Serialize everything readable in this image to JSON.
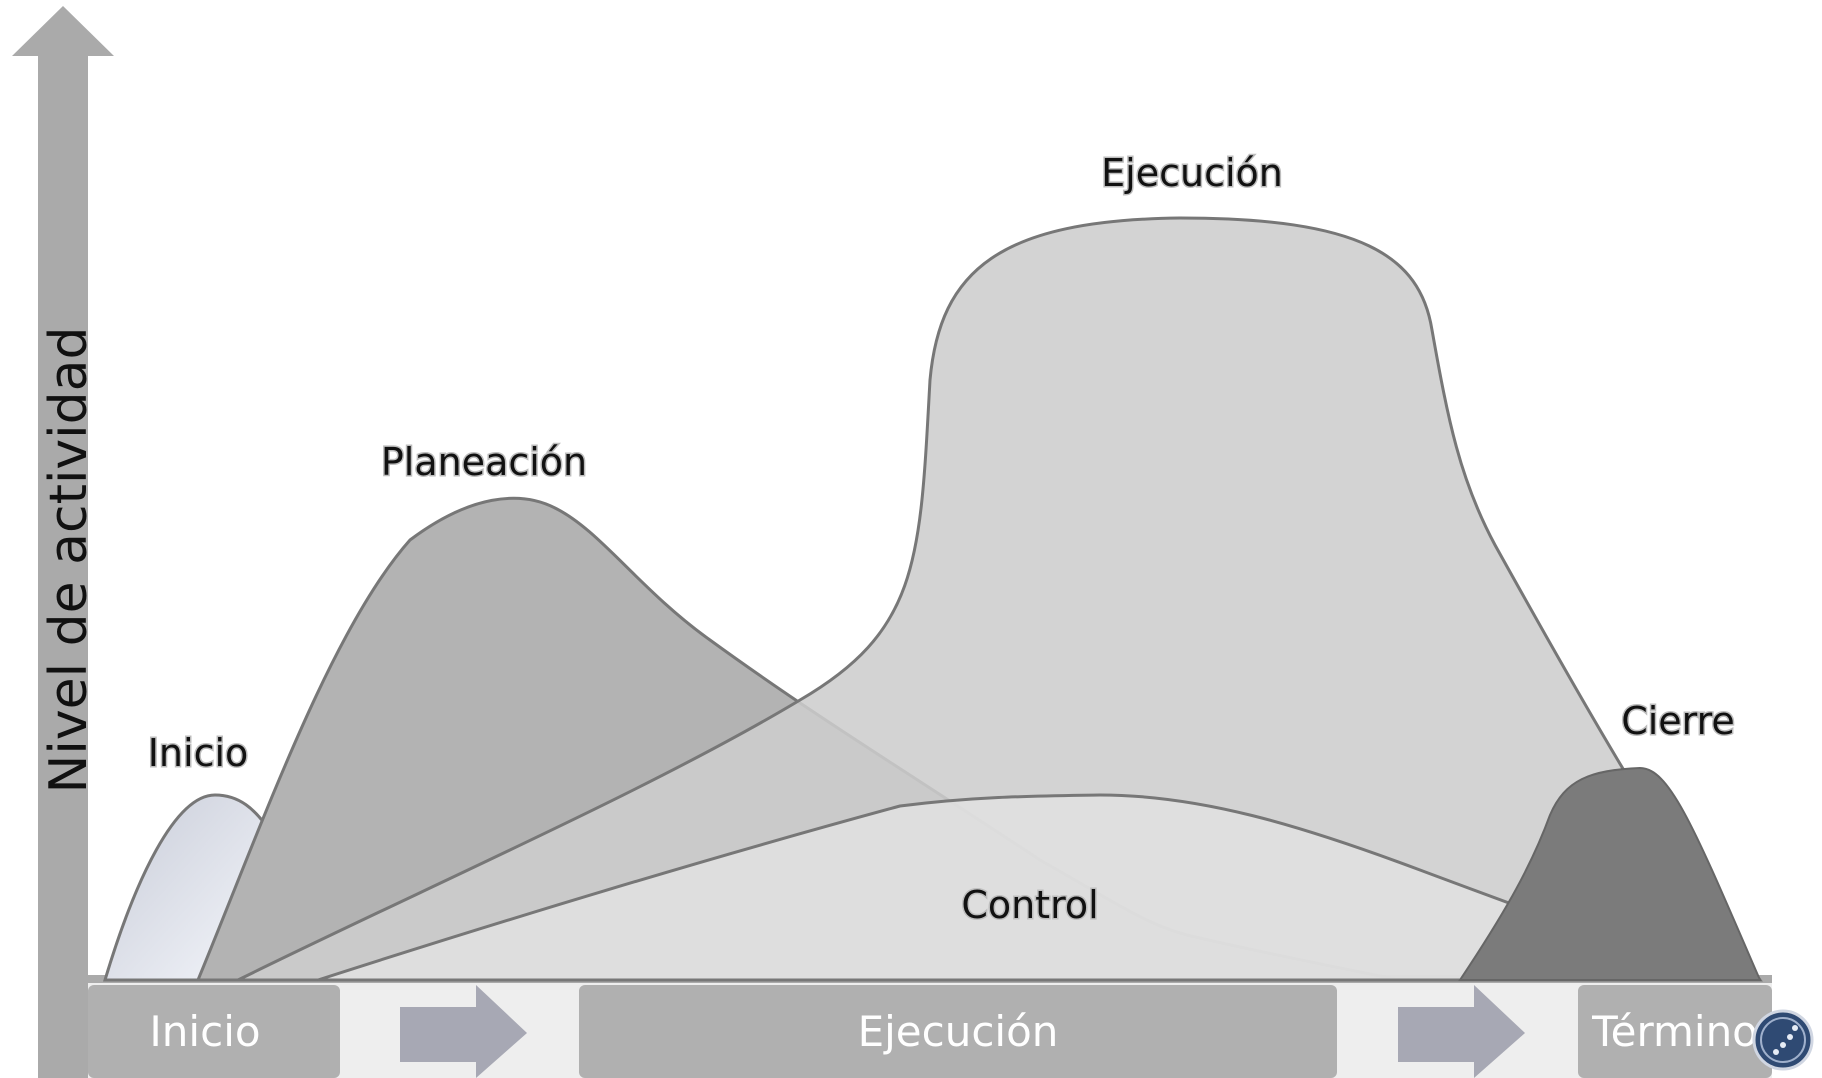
{
  "axis": {
    "y_label": "Nivel de actividad"
  },
  "curves": {
    "inicio": "Inicio",
    "planeacion": "Planeación",
    "ejecucion": "Ejecución",
    "control": "Control",
    "cierre": "Cierre"
  },
  "timeline": {
    "start": "Inicio",
    "middle": "Ejecución",
    "end": "Término"
  },
  "colors": {
    "axis": "#aaaaaa",
    "inicio_fill": "#e4e7f0",
    "planeacion_fill": "#b3b3b3",
    "ejecucion_fill": "#cdcdcd",
    "control_fill": "#e2e2e2",
    "cierre_fill": "#7b7b7b",
    "timeline_block": "#b0b0b0",
    "timeline_arrow": "#a7a8b4",
    "timeline_band": "#eeeeee"
  }
}
